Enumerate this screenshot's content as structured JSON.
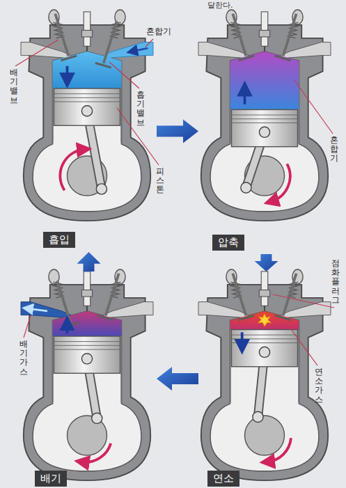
{
  "diagram": {
    "nodes": [
      {
        "text": [
          "흡입"
        ]
      },
      {
        "text": [
          "압축"
        ]
      },
      {
        "text": [
          "배기"
        ]
      },
      {
        "text": [
          "연소"
        ]
      }
    ],
    "edges": [
      {
        "from": 0,
        "to": 1,
        "arrow": "to"
      },
      {
        "from": 1,
        "to": 3,
        "arrow": "to"
      },
      {
        "from": 3,
        "to": 2,
        "arrow": "to"
      },
      {
        "from": 2,
        "to": 0,
        "arrow": "to"
      }
    ],
    "labels": [
      "달한다.",
      "혼합기",
      "배기 밸브",
      "흡기 밸브",
      "피스톤",
      "혼합기",
      "점화 플러그",
      "연소 가스",
      "배기가스"
    ]
  }
}
